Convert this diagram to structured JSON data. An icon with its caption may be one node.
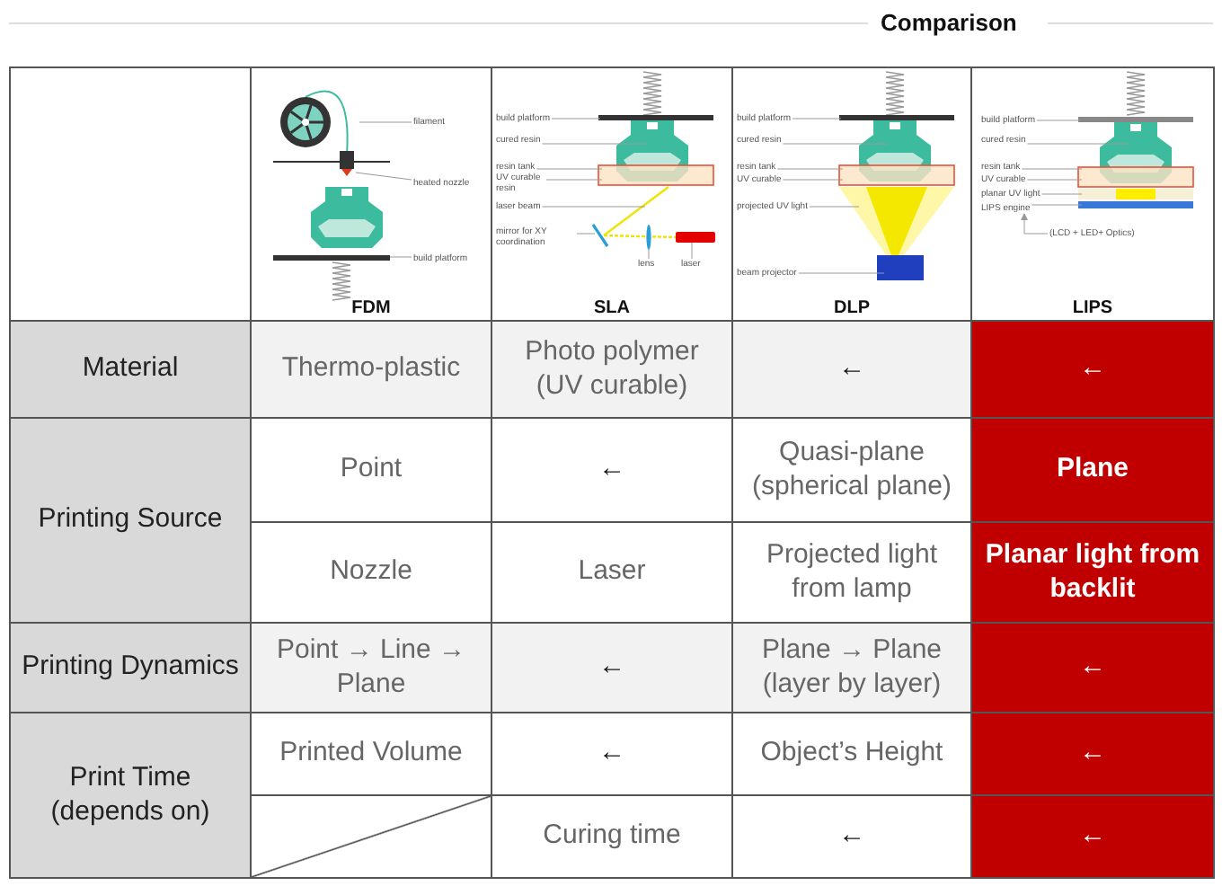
{
  "diagram": {
    "title": "Comparison",
    "nodes": [
      {
        "text": [
          "filament"
        ]
      },
      {
        "text": [
          "heated nozzle"
        ]
      },
      {
        "text": [
          "build platform"
        ]
      },
      {
        "text": [
          "build platform"
        ]
      },
      {
        "text": [
          "cured resin"
        ]
      },
      {
        "text": [
          "resin tank"
        ]
      },
      {
        "text": [
          "UV curable resin"
        ]
      },
      {
        "text": [
          "laser beam"
        ]
      },
      {
        "text": [
          "mirror for XY coordination"
        ]
      },
      {
        "text": [
          "lens"
        ]
      },
      {
        "text": [
          "laser"
        ]
      },
      {
        "text": [
          "build platform"
        ]
      },
      {
        "text": [
          "cured resin"
        ]
      },
      {
        "text": [
          "resin tank"
        ]
      },
      {
        "text": [
          "UV curable"
        ]
      },
      {
        "text": [
          "projected UV light"
        ]
      },
      {
        "text": [
          "beam projector"
        ]
      },
      {
        "text": [
          "build platform"
        ]
      },
      {
        "text": [
          "cured resin"
        ]
      },
      {
        "text": [
          "resin tank"
        ]
      },
      {
        "text": [
          "UV curable"
        ]
      },
      {
        "text": [
          "planar UV light"
        ]
      },
      {
        "text": [
          "LIPS engine"
        ]
      },
      {
        "text": [
          "(LCD + LED+ Optics)"
        ]
      },
      {
        "text": [],
        "shape": "picture"
      },
      {
        "text": [],
        "shape": "picture"
      },
      {
        "text": [],
        "shape": "picture"
      },
      {
        "text": [],
        "shape": "picture"
      }
    ],
    "edges": [
      {
        "from": 0,
        "to": 24,
        "arrow": "none"
      },
      {
        "from": 1,
        "to": 24,
        "arrow": "none"
      },
      {
        "from": 2,
        "to": 24,
        "arrow": "none"
      },
      {
        "from": 3,
        "to": 25,
        "arrow": "none"
      },
      {
        "from": 4,
        "to": 25,
        "arrow": "none"
      },
      {
        "from": 5,
        "to": 25,
        "arrow": "none"
      },
      {
        "from": 6,
        "to": 25,
        "arrow": "none"
      },
      {
        "from": 7,
        "to": 25,
        "arrow": "none"
      },
      {
        "from": 8,
        "to": 25,
        "arrow": "none"
      },
      {
        "from": 9,
        "to": 25,
        "arrow": "none"
      },
      {
        "from": 10,
        "to": 25,
        "arrow": "none"
      },
      {
        "from": 11,
        "to": 26,
        "arrow": "none"
      },
      {
        "from": 12,
        "to": 26,
        "arrow": "none"
      },
      {
        "from": 13,
        "to": 26,
        "arrow": "none"
      },
      {
        "from": 14,
        "to": 26,
        "arrow": "none"
      },
      {
        "from": 15,
        "to": 26,
        "arrow": "none"
      },
      {
        "from": 16,
        "to": 26,
        "arrow": "none"
      },
      {
        "from": 17,
        "to": 27,
        "arrow": "none"
      },
      {
        "from": 18,
        "to": 27,
        "arrow": "none"
      },
      {
        "from": 19,
        "to": 27,
        "arrow": "none"
      },
      {
        "from": 20,
        "to": 27,
        "arrow": "none"
      },
      {
        "from": 21,
        "to": 27,
        "arrow": "none"
      },
      {
        "from": 22,
        "to": 27,
        "arrow": "none"
      },
      {
        "from": 23,
        "to": 22,
        "arrow": "to"
      }
    ],
    "labels": [
      "FDM",
      "SLA",
      "DLP",
      "LIPS",
      "Material",
      "Thermo-plastic",
      "Photo polymer (UV curable)",
      "←",
      "←",
      "Printing Source",
      "Point",
      "←",
      "Quasi-plane (spherical plane)",
      "Plane",
      "Nozzle",
      "Laser",
      "Projected light from lamp",
      "Planar light from backlit",
      "Printing Dynamics",
      "Point → Line → Plane",
      "←",
      "Plane → Plane (layer by layer)",
      "←",
      "Print Time (depends on)",
      "Printed Volume",
      "←",
      "Object’s Height",
      "←",
      "Curing time",
      "←",
      "←"
    ]
  }
}
